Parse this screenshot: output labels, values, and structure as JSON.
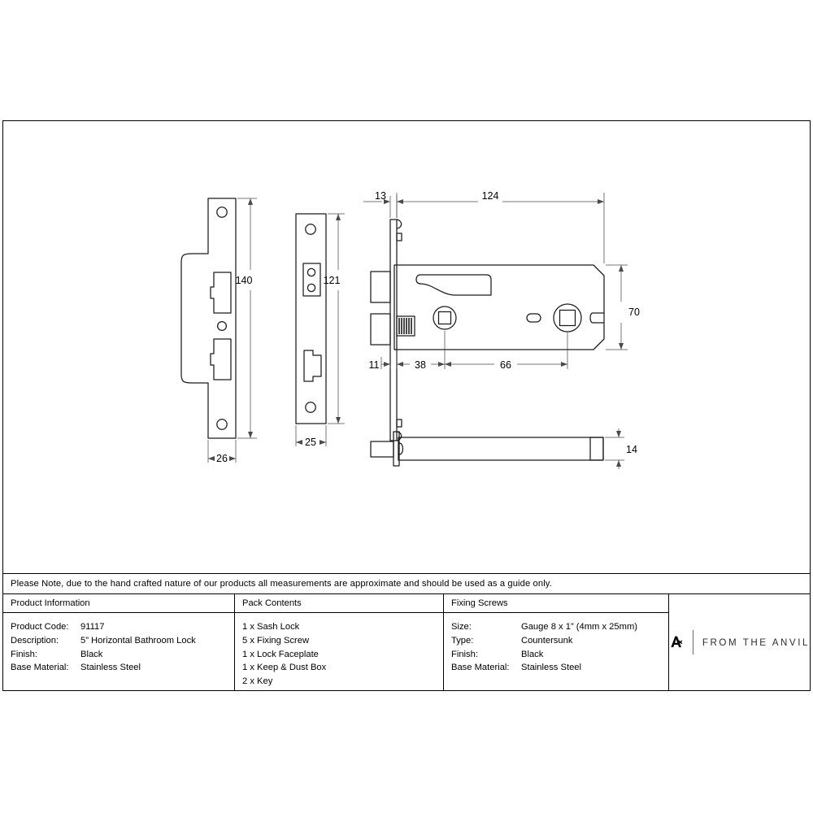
{
  "sheet": {
    "note": "Please Note, due to the hand crafted nature of our products all measurements are approximate and should be used as a guide only."
  },
  "product_information": {
    "heading": "Product Information",
    "rows": [
      {
        "label": "Product Code:",
        "value": "91117"
      },
      {
        "label": "Description:",
        "value": "5” Horizontal Bathroom Lock"
      },
      {
        "label": "Finish:",
        "value": "Black"
      },
      {
        "label": "Base Material:",
        "value": "Stainless Steel"
      }
    ]
  },
  "pack_contents": {
    "heading": "Pack Contents",
    "items": [
      "1 x Sash Lock",
      "5 x Fixing Screw",
      "1 x Lock Faceplate",
      "1 x Keep & Dust Box",
      "2 x Key"
    ]
  },
  "fixing_screws": {
    "heading": "Fixing Screws",
    "rows": [
      {
        "label": "Size:",
        "value": "Gauge 8 x 1” (4mm x 25mm)"
      },
      {
        "label": "Type:",
        "value": "Countersunk"
      },
      {
        "label": "Finish:",
        "value": "Black"
      },
      {
        "label": "Base Material:",
        "value": "Stainless Steel"
      }
    ]
  },
  "brand": {
    "wordmark": "FROM THE ANVIL",
    "mark_name": "anvil-a-logo"
  },
  "drawing": {
    "views": {
      "keep_plate": {
        "name": "Keep & Dust Box",
        "height_label": "140",
        "width_label": "26"
      },
      "faceplate": {
        "name": "Lock Faceplate",
        "height_label": "121",
        "width_label": "25"
      },
      "lock_body": {
        "name": "Sash Lock Body",
        "faceplate_thickness_label": "13",
        "case_length_label": "124",
        "case_height_label": "70",
        "backset_offset_label": "11",
        "backset_label": "38",
        "centres_label": "66"
      },
      "key": {
        "name": "Key",
        "thickness_label": "14"
      }
    },
    "dimension_labels": [
      "140",
      "26",
      "121",
      "25",
      "13",
      "124",
      "70",
      "11",
      "38",
      "66",
      "14"
    ],
    "colors": {
      "line": "#1a1a1a",
      "dimension_line": "#4a4a4a",
      "background": "#ffffff"
    }
  }
}
